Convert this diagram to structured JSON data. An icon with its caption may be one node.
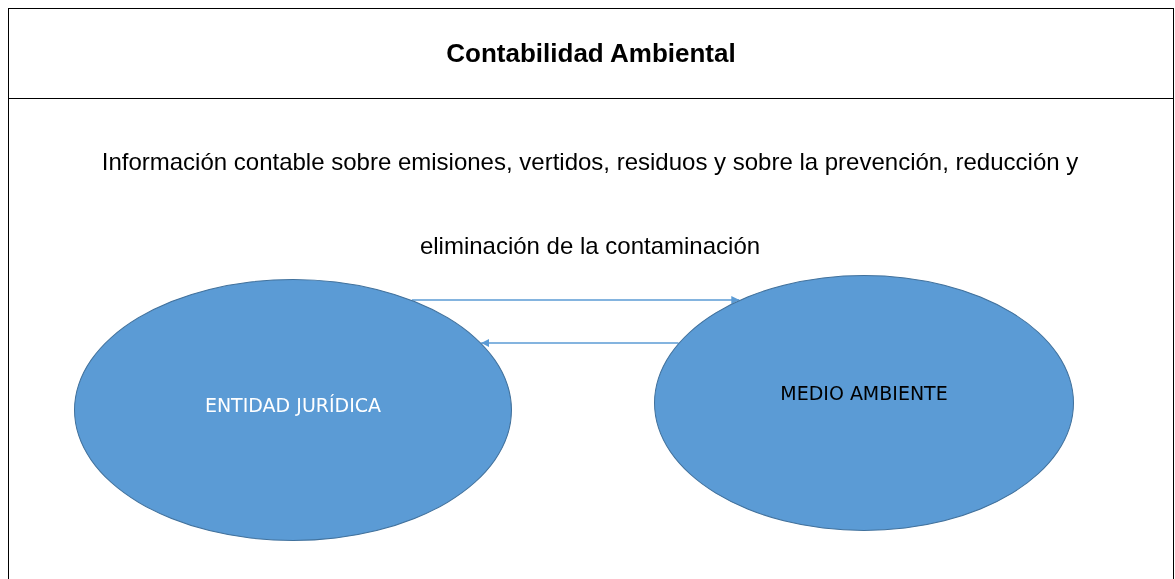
{
  "diagram": {
    "title": "Contabilidad Ambiental",
    "nodes": [
      {
        "text": [
          "ENTIDAD JURÍDICA"
        ]
      },
      {
        "text": [
          "MEDIO AMBIENTE"
        ]
      }
    ],
    "edges": [
      {
        "from": 0,
        "to": 1,
        "arrow": "to"
      },
      {
        "from": 1,
        "to": 0,
        "arrow": "to"
      }
    ],
    "labels": [
      "Información contable sobre emisiones, vertidos, residuos y sobre la prevención, reducción y eliminación de la contaminación"
    ]
  }
}
